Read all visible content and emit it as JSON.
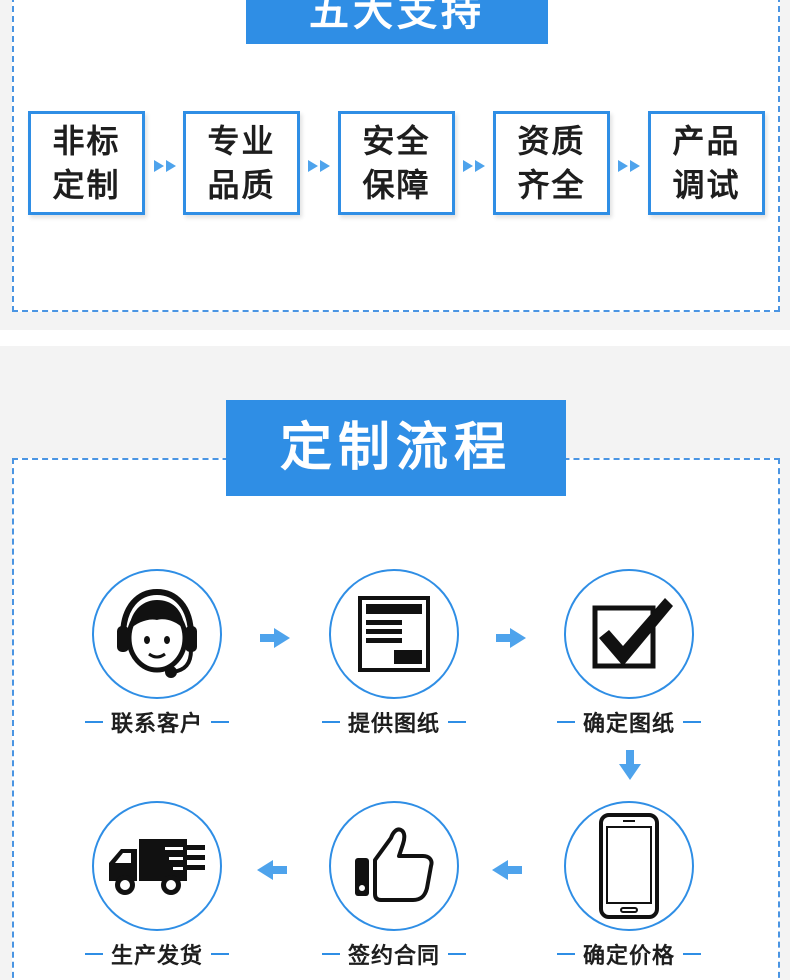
{
  "section_support": {
    "title": "五大支持",
    "items": [
      {
        "label": "非标\n定制"
      },
      {
        "label": "专业\n品质"
      },
      {
        "label": "安全\n保障"
      },
      {
        "label": "资质\n齐全"
      },
      {
        "label": "产品\n调试"
      }
    ]
  },
  "section_process": {
    "title": "定制流程",
    "steps": [
      {
        "label": "联系客户",
        "icon": "headset-icon"
      },
      {
        "label": "提供图纸",
        "icon": "drawing-icon"
      },
      {
        "label": "确定图纸",
        "icon": "checkmark-icon"
      },
      {
        "label": "确定价格",
        "icon": "phone-icon"
      },
      {
        "label": "签约合同",
        "icon": "thumbs-up-icon"
      },
      {
        "label": "生产发货",
        "icon": "delivery-truck-icon"
      }
    ]
  },
  "colors": {
    "accent": "#2f8ee5",
    "arrow": "#4ea3ec",
    "background": "#f3f3f3"
  }
}
